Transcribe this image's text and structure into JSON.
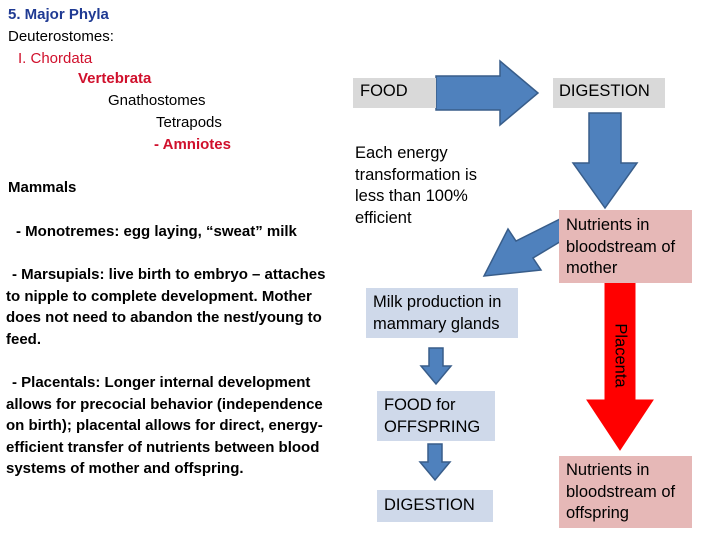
{
  "taxonomy": {
    "heading": "5. Major Phyla",
    "level1": "Deuterostomes:",
    "level2": "I. Chordata",
    "level3": "Vertebrata",
    "level4": "Gnathostomes",
    "level5": "Tetrapods",
    "level6": "- Amniotes",
    "mammals": "Mammals"
  },
  "groups": {
    "monotremes": "- Monotremes: egg laying, “sweat” milk",
    "marsupials": [
      "- Marsupials: live birth to embryo – attaches",
      "to nipple to complete development. Mother",
      "does not need to abandon the nest/young to",
      "feed."
    ],
    "placentals": [
      "- Placentals: Longer internal development",
      "allows for precocial behavior (independence",
      "on birth); placental allows for direct, energy-",
      "efficient transfer of nutrients between blood",
      "systems of mother and offspring."
    ]
  },
  "flow": {
    "food": "FOOD",
    "digestion": "DIGESTION",
    "energy_note": [
      "Each energy",
      "transformation is",
      "less than 100%",
      "efficient"
    ],
    "nutrients_mother": [
      "Nutrients in",
      "bloodstream of",
      "mother"
    ],
    "milk": [
      "Milk production in",
      "mammary glands"
    ],
    "placenta": "Placenta",
    "food_offspring": [
      "FOOD for",
      "OFFSPRING"
    ],
    "digestion_offspring": "DIGESTION",
    "nutrients_offspring": [
      "Nutrients in",
      "bloodstream of",
      "offspring"
    ]
  },
  "colors": {
    "accent_red": "#d0102c",
    "arrow_blue": "#4f81bd",
    "arrow_blue_border": "#385d8a",
    "placenta_red": "#ff0000",
    "pink_box": "#e6b8b7",
    "gray_box": "#d9d9d9",
    "blue_box": "#cfd9ea"
  }
}
